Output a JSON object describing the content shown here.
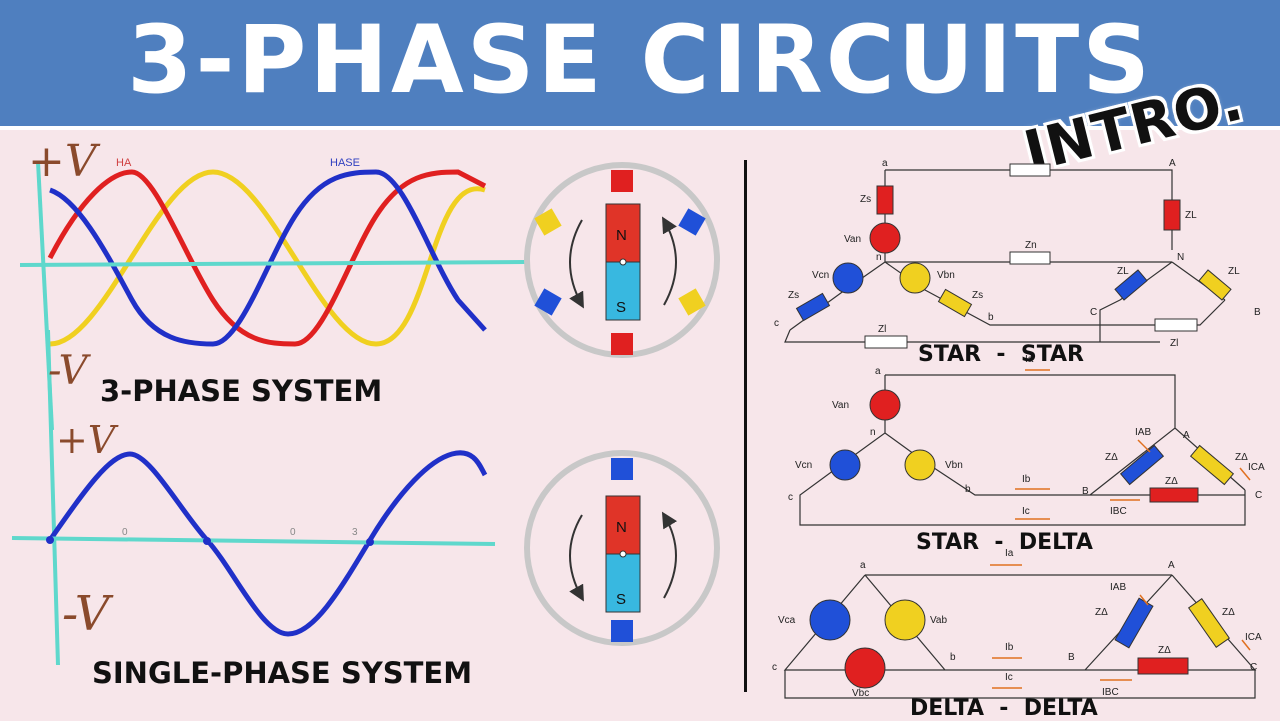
{
  "banner": {
    "title": "3-PHASE CIRCUITS",
    "tag": "INTRO."
  },
  "left": {
    "three_phase_label": "3-PHASE SYSTEM",
    "single_phase_label": "SINGLE-PHASE SYSTEM",
    "hand_pos_top": "+V",
    "hand_neg_top": "-V",
    "hand_pos_bottom": "+V",
    "hand_neg_bottom": "-V",
    "faded_phase_a": "HA",
    "faded_phase_b": "HASE",
    "faded_ticks": [
      "0",
      "0",
      "3"
    ]
  },
  "generators": {
    "north": "N",
    "south": "S"
  },
  "circuits": {
    "star_star": {
      "label": "STAR  -  STAR",
      "nodes": [
        "a",
        "A",
        "n",
        "N",
        "c",
        "C",
        "b",
        "B"
      ],
      "sources": [
        "Van",
        "Vcn",
        "Vbn"
      ],
      "impedances": [
        "Zs",
        "ZL",
        "Zn",
        "Zl",
        "ZL",
        "ZL",
        "Zs",
        "Zs",
        "Zl"
      ]
    },
    "star_delta": {
      "label": "STAR  -  DELTA",
      "nodes": [
        "a",
        "A",
        "n",
        "c",
        "b",
        "B",
        "C"
      ],
      "sources": [
        "Van",
        "Vcn",
        "Vbn"
      ],
      "currents": [
        "Ia",
        "IAB",
        "Ib",
        "Ic",
        "IBC",
        "ICA"
      ],
      "impedances": [
        "ZΔ",
        "ZΔ",
        "ZΔ"
      ]
    },
    "delta_delta": {
      "label": "DELTA  -  DELTA",
      "nodes": [
        "a",
        "A",
        "c",
        "b",
        "B",
        "C"
      ],
      "sources": [
        "Vca",
        "Vab",
        "Vbc"
      ],
      "currents": [
        "Ia",
        "IAB",
        "Ib",
        "Ic",
        "IBC",
        "ICA"
      ],
      "impedances": [
        "ZΔ",
        "ZΔ",
        "ZΔ"
      ]
    }
  },
  "colors": {
    "banner": "#4f7fbf",
    "phase_red": "#e02020",
    "phase_yellow": "#f0d020",
    "phase_blue": "#2030c8",
    "axis_cyan": "#5fd8cc",
    "background": "#f7e6ea"
  }
}
